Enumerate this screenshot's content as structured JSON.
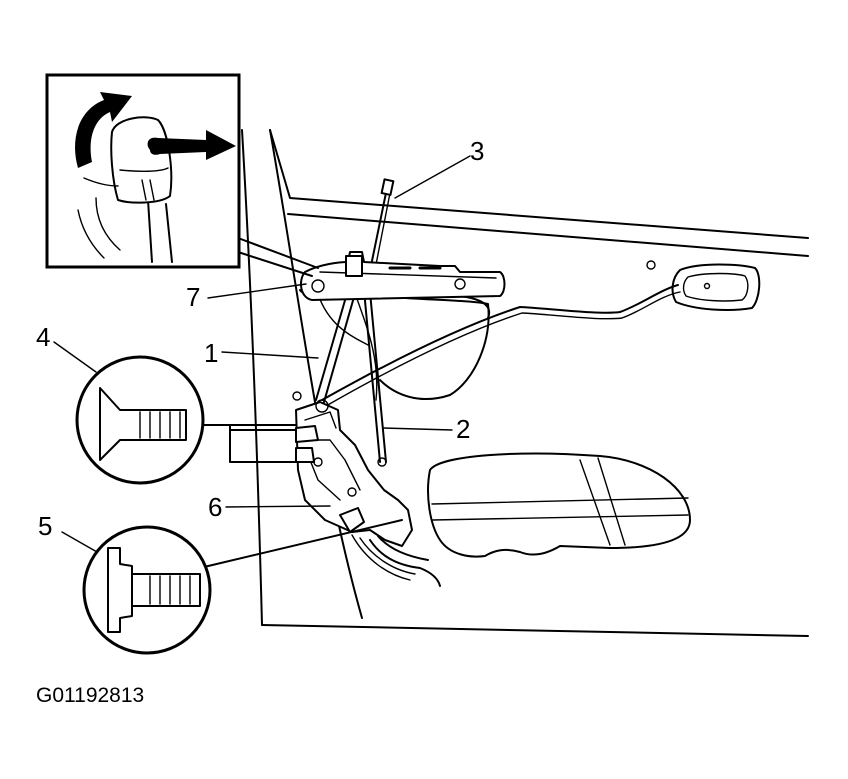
{
  "figure_code": "G01192813",
  "callouts": [
    {
      "id": "1",
      "label": "1"
    },
    {
      "id": "2",
      "label": "2"
    },
    {
      "id": "3",
      "label": "3"
    },
    {
      "id": "4",
      "label": "4"
    },
    {
      "id": "5",
      "label": "5"
    },
    {
      "id": "6",
      "label": "6"
    },
    {
      "id": "7",
      "label": "7"
    }
  ]
}
